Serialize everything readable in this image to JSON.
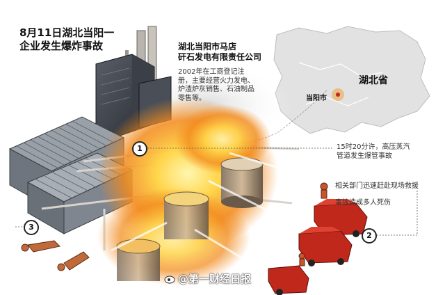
{
  "title": {
    "line1": "8月11日湖北当阳一",
    "line2": "企业发生爆炸事故"
  },
  "company": {
    "line1": "湖北当阳市马店",
    "line2": "矸石发电有限责任公司"
  },
  "company_description": {
    "line1": "2002年在工商登记注",
    "line2": "册，主要经营火力发电、",
    "line3": "炉渣炉灰销售、石油制品",
    "line4": "零售等。"
  },
  "map": {
    "province_label": "湖北省",
    "city_label": "当阳市"
  },
  "callouts": {
    "marker1": "1",
    "marker2": "2",
    "marker3": "3",
    "event_line1": "15时20分许，高压蒸汽",
    "event_line2": "管道发生爆管事故",
    "rescue": "相关部门迅速赶赴现场救援",
    "casualties": "事故造成多人死伤"
  },
  "watermark": "@第一财经日报",
  "colors": {
    "fire_orange": "#f28a1c",
    "fire_yellow": "#ffd54a",
    "building_dark": "#2b2f36",
    "fire_truck_red": "#c0281c",
    "map_gray": "#d9d9d9",
    "city_dot": "#f0a040"
  }
}
